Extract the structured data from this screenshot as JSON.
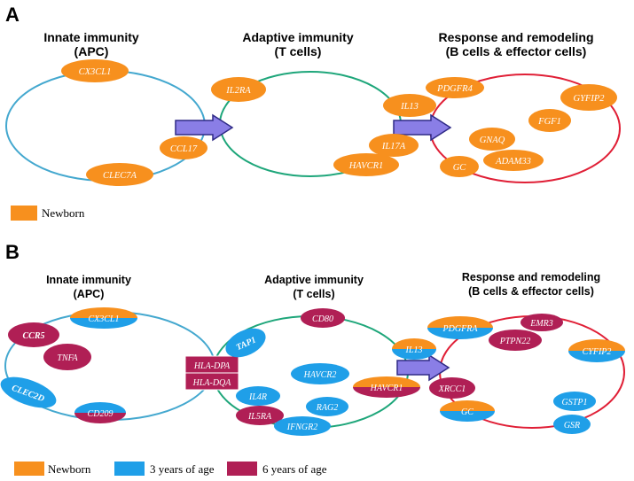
{
  "colors": {
    "newborn": "#f7901e",
    "year3": "#1f9fe8",
    "year6": "#b01f55",
    "innate_ring": "#44a8cf",
    "adaptive_ring": "#1ea67a",
    "response_ring": "#e01f36",
    "arrow_fill": "#8a7ee6",
    "arrow_stroke": "#2f2a86"
  },
  "panelA": {
    "letter": "A",
    "innate": {
      "title1": "Innate immunity",
      "title2": "(APC)"
    },
    "adaptive": {
      "title1": "Adaptive immunity",
      "title2": "(T cells)"
    },
    "response": {
      "title1": "Response and remodeling",
      "title2": "(B cells & effector cells)"
    },
    "genes": {
      "cx3cl1": "CX3CL1",
      "ccl17": "CCL17",
      "clec7a": "CLEC7A",
      "il2ra": "IL2RA",
      "il13": "IL13",
      "il17a": "IL17A",
      "havcr1": "HAVCR1",
      "pdgfr4": "PDGFR4",
      "gyfip2": "GYFIP2",
      "fgf1": "FGF1",
      "gnaq": "GNAQ",
      "adam33": "ADAM33",
      "gc": "GC"
    },
    "legend": {
      "newborn": "Newborn"
    }
  },
  "panelB": {
    "letter": "B",
    "innate": {
      "title1": "Innate immunity",
      "title2": "(APC)"
    },
    "adaptive": {
      "title1": "Adaptive immunity",
      "title2": "(T cells)"
    },
    "response": {
      "title1": "Response and remodeling",
      "title2": "(B cells & effector cells)"
    },
    "genes": {
      "cx3cl1": "CX3CL1",
      "ccr5": "CCR5",
      "tnfa": "TNFA",
      "clec2d": "CLEC2D",
      "cd209": "CD209",
      "hla_dpa": "HLA-DPA",
      "hla_dqa": "HLA-DQA",
      "tap1": "TAP1",
      "cd80": "CD80",
      "havcr2": "HAVCR2",
      "havcr1": "HAVCR1",
      "il4r": "IL4R",
      "il5ra": "IL5RA",
      "rag2": "RAG2",
      "ifngr2": "IFNGR2",
      "il13": "IL13",
      "pdgfra": "PDGFRA",
      "emr3": "EMR3",
      "ptpn22": "PTPN22",
      "cyfip2": "CYFIP2",
      "xrcc1": "XRCC1",
      "gc": "GC",
      "gstp1": "GSTP1",
      "gsr": "GSR"
    },
    "legend": {
      "newborn": "Newborn",
      "year3": "3 years of age",
      "year6": "6 years of age"
    }
  }
}
